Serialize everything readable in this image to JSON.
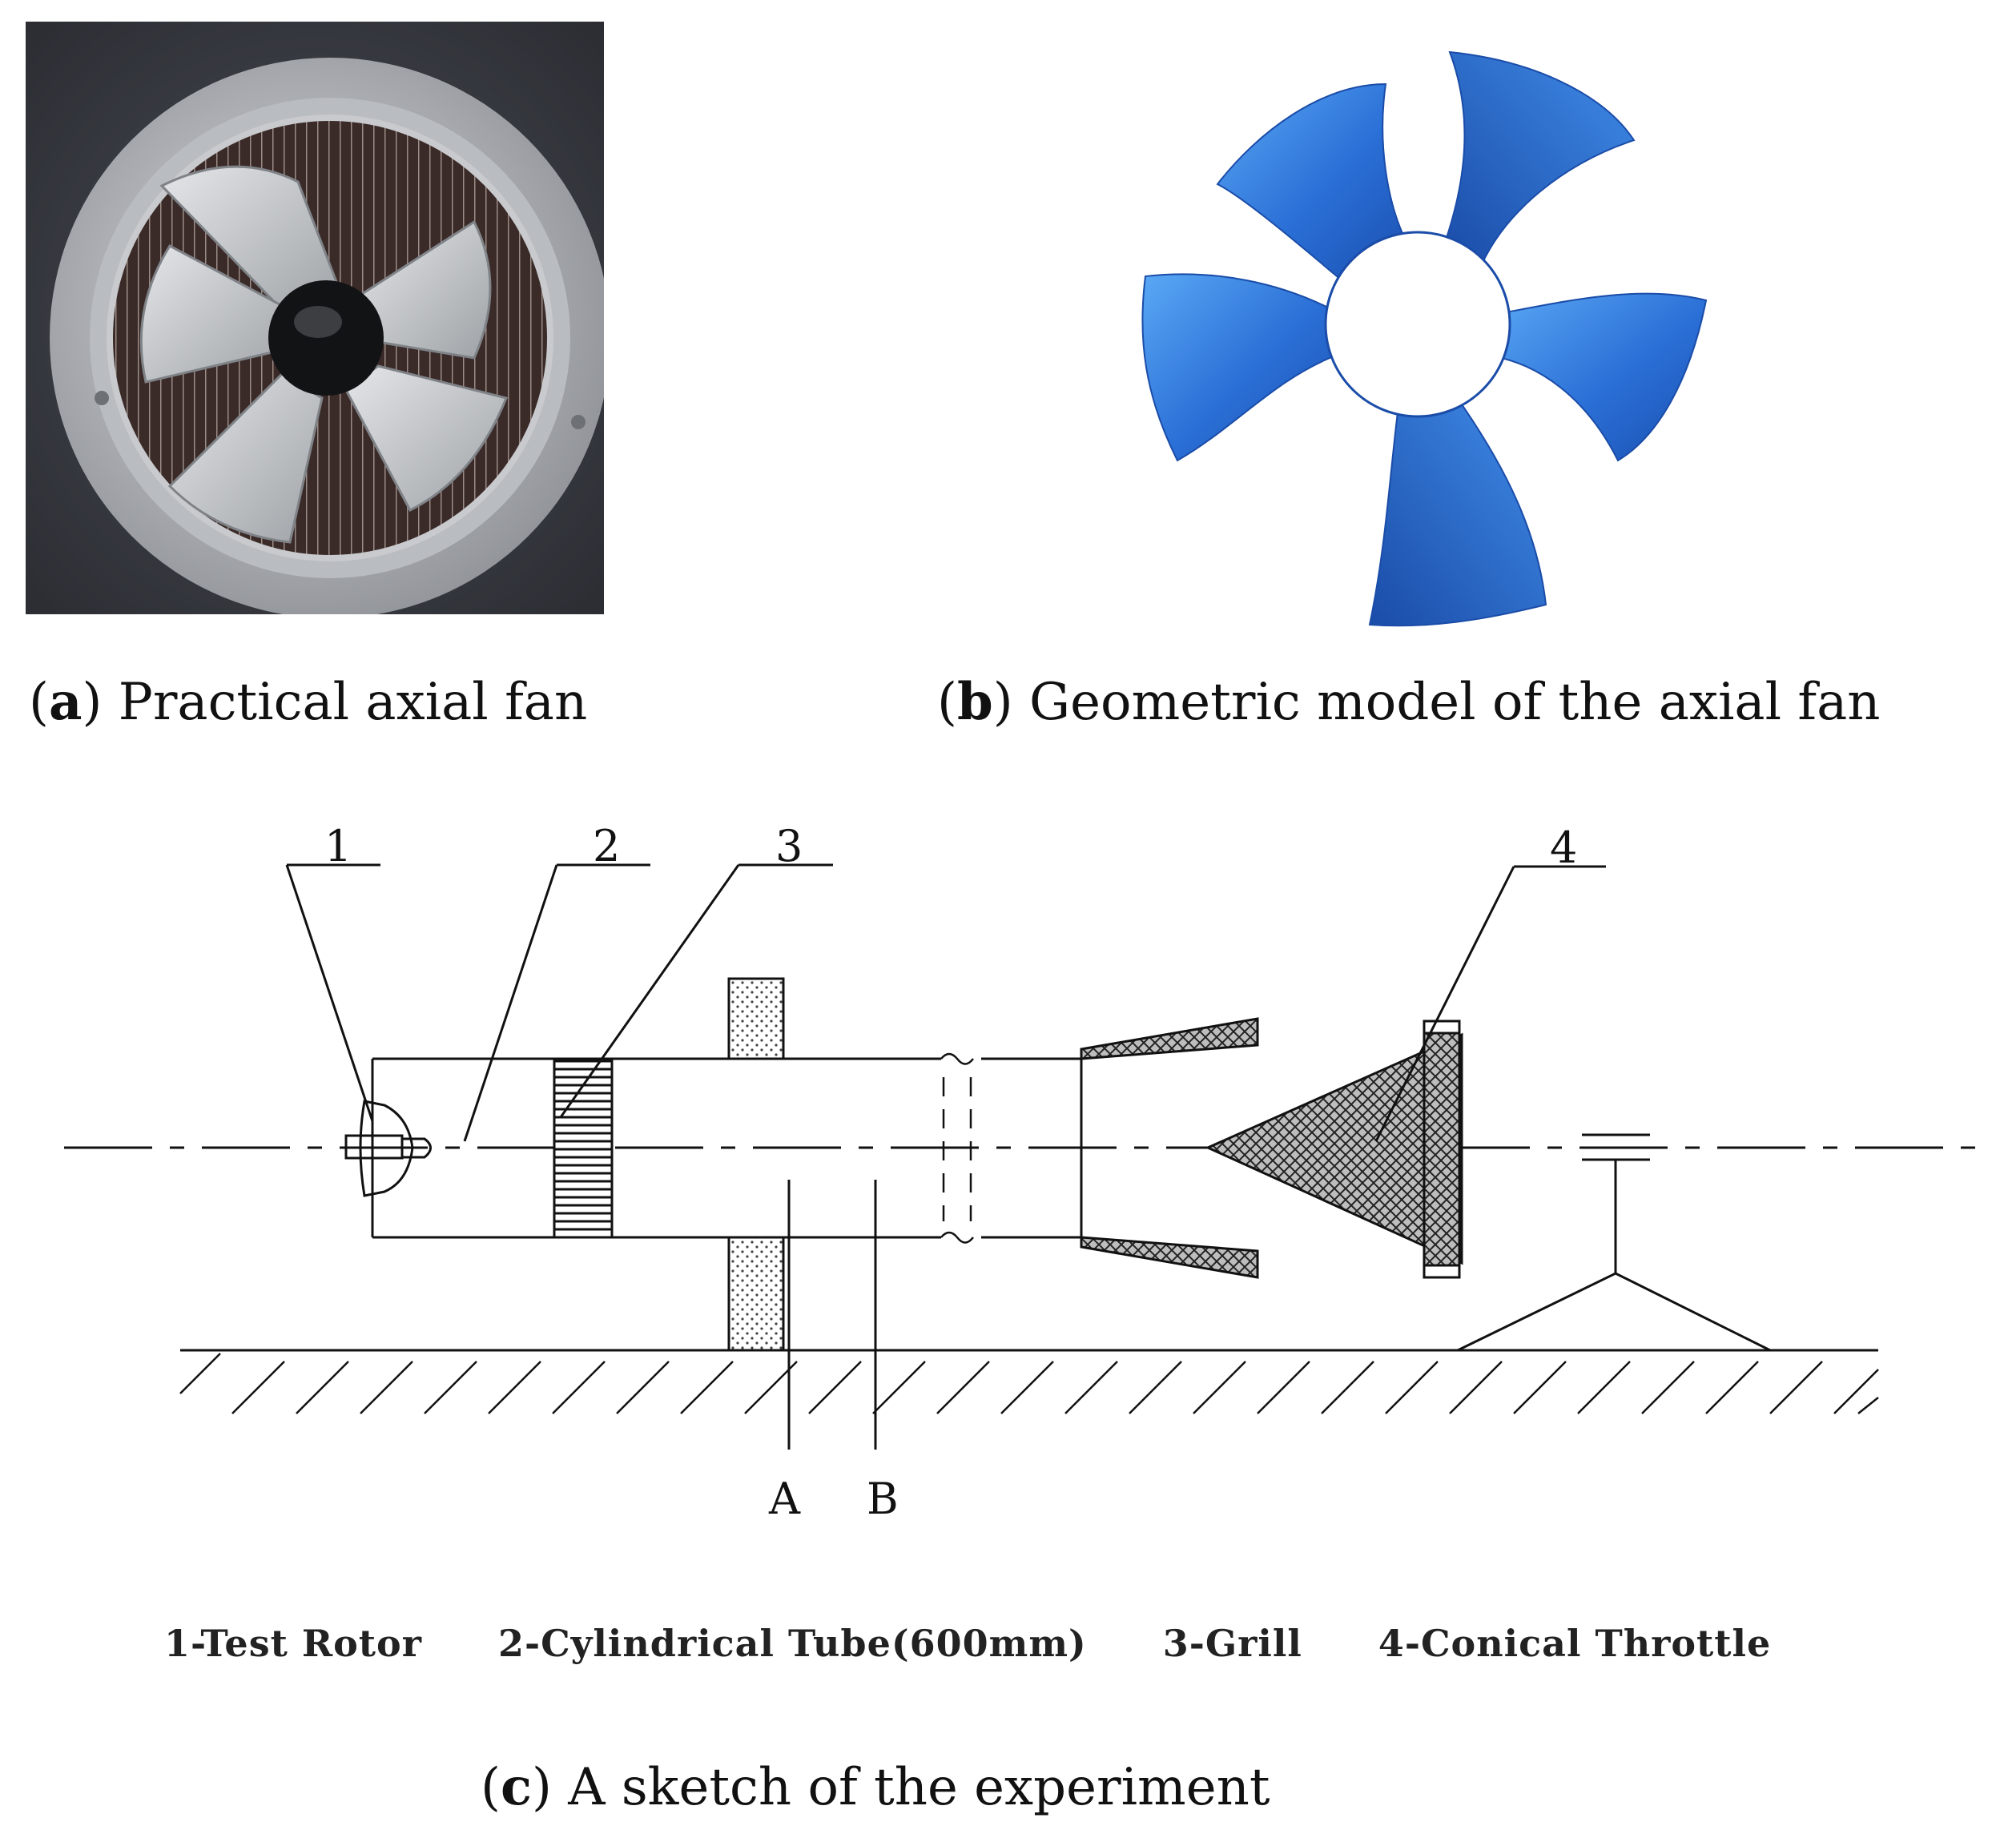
{
  "panel_a": {
    "caption_letter": "a",
    "caption_text": "Practical axial fan"
  },
  "panel_b": {
    "caption_letter": "b",
    "caption_text": "Geometric model of the axial fan",
    "blade_color": "#2a6fd6"
  },
  "panel_c": {
    "caption_letter": "c",
    "caption_text": "A sketch of the experiment",
    "callouts": [
      "1",
      "2",
      "3",
      "4"
    ],
    "section_labels": [
      "A",
      "B"
    ],
    "legend": [
      "1-Test Rotor",
      "2-Cylindrical Tube(600mm)",
      "3-Grill",
      "4-Conical Throttle"
    ]
  }
}
